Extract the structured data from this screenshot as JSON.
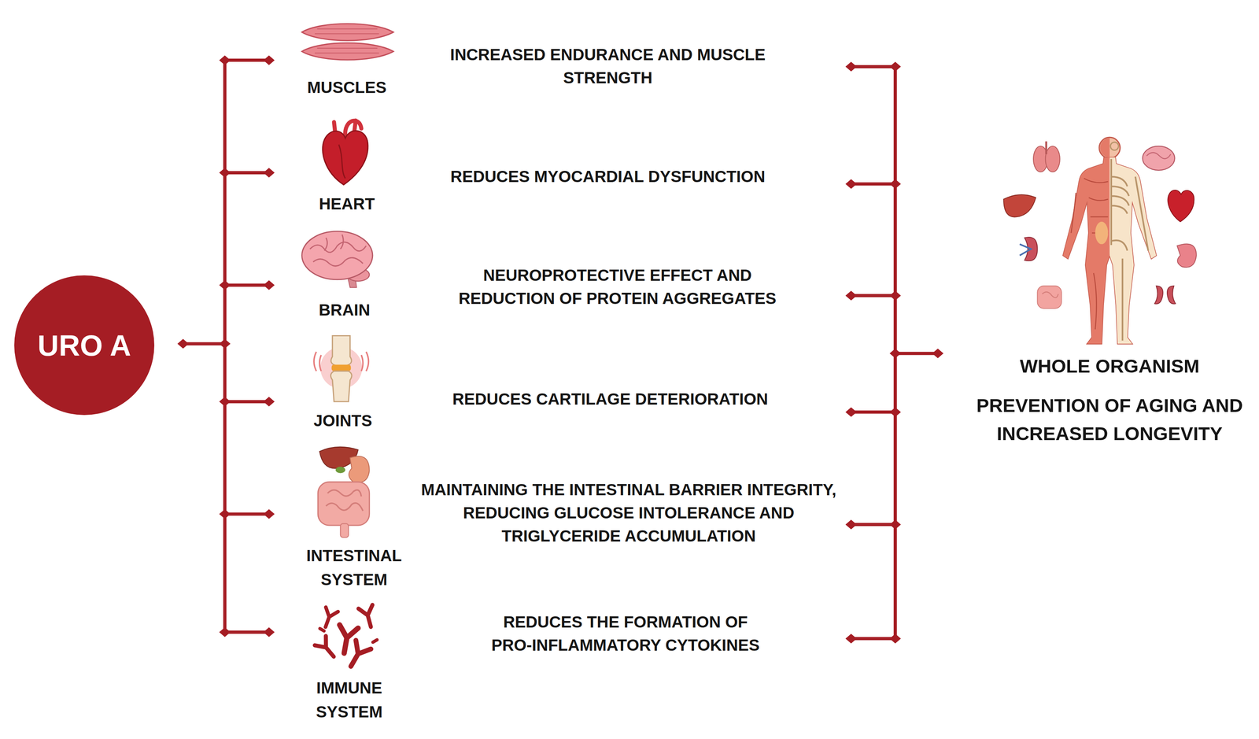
{
  "diagram": {
    "nodes": [
      {
        "text": [
          "URO A"
        ]
      }
    ],
    "labels": [
      "MUSCLES",
      "INCREASED ENDURANCE AND MUSCLE STRENGTH",
      "HEART",
      "REDUCES MYOCARDIAL DYSFUNCTION",
      "BRAIN",
      "NEUROPROTECTIVE EFFECT AND REDUCTION OF PROTEIN AGGREGATES",
      "JOINTS",
      "REDUCES CARTILAGE DETERIORATION",
      "INTESTINAL SYSTEM",
      "MAINTAINING THE INTESTINAL BARRIER INTEGRITY, REDUCING GLUCOSE INTOLERANCE AND TRIGLYCERIDE ACCUMULATION",
      "IMMUNE SYSTEM",
      "REDUCES THE FORMATION OF PRO-INFLAMMATORY CYTOKINES",
      "WHOLE ORGANISM",
      "PREVENTION OF AGING AND INCREASED LONGEVITY"
    ]
  }
}
